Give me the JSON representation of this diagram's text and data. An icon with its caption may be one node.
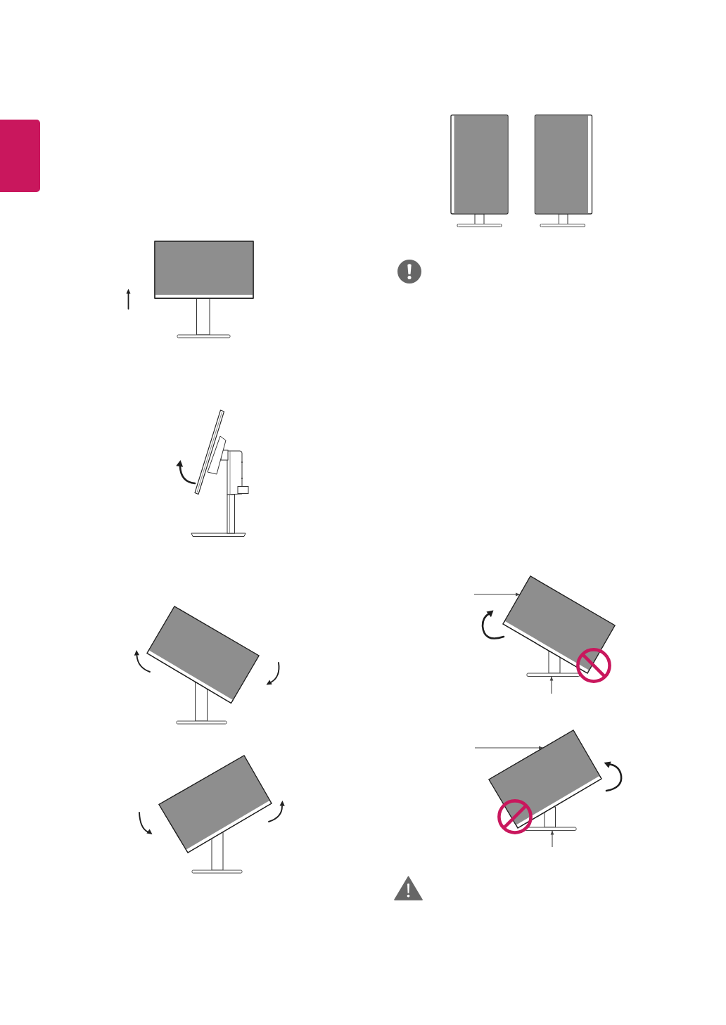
{
  "diagram": {
    "nodes": [
      {
        "text": [],
        "shape": "box"
      },
      {
        "text": [],
        "shape": "picture"
      },
      {
        "text": [],
        "shape": "picture"
      },
      {
        "text": [],
        "shape": "picture"
      },
      {
        "text": [],
        "shape": "picture"
      }
    ],
    "edges": [
      {
        "from": null,
        "to": 1,
        "arrow": "to"
      },
      {
        "from": null,
        "to": 2,
        "arrow": "to"
      },
      {
        "from": null,
        "to": 3,
        "arrow": "to"
      },
      {
        "from": null,
        "to": 4,
        "arrow": "to"
      }
    ]
  }
}
